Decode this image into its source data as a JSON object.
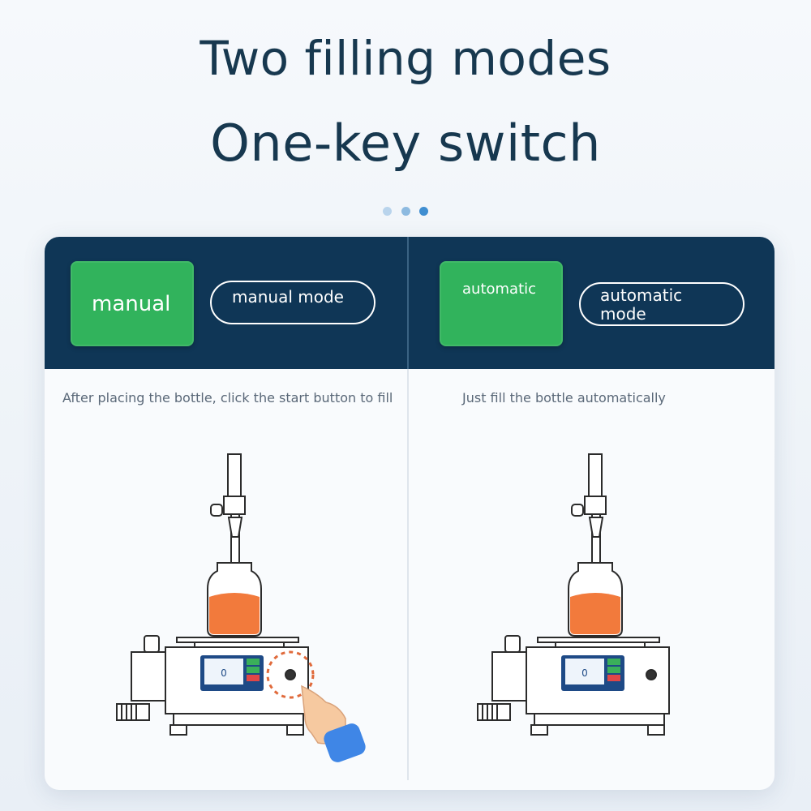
{
  "heading": {
    "line1": "Two filling modes",
    "line2": "One-key switch"
  },
  "carousel": {
    "dot_count": 3,
    "active_index": 2,
    "colors": [
      "#b9d4ec",
      "#8dbae0",
      "#3f8ed1"
    ]
  },
  "colors": {
    "header": "#0f3656",
    "green": "#31b35c",
    "liquid": "#f27a3c",
    "title": "#17384f"
  },
  "panels": {
    "manual": {
      "button_label": "manual",
      "mode_label": "manual mode",
      "description": "After placing the bottle, click the start button to fill"
    },
    "automatic": {
      "button_label": "automatic",
      "mode_label_line1": "automatic",
      "mode_label_line2": "mode",
      "description": "Just fill the bottle automatically"
    }
  },
  "machine": {
    "screen_reading": "0"
  }
}
